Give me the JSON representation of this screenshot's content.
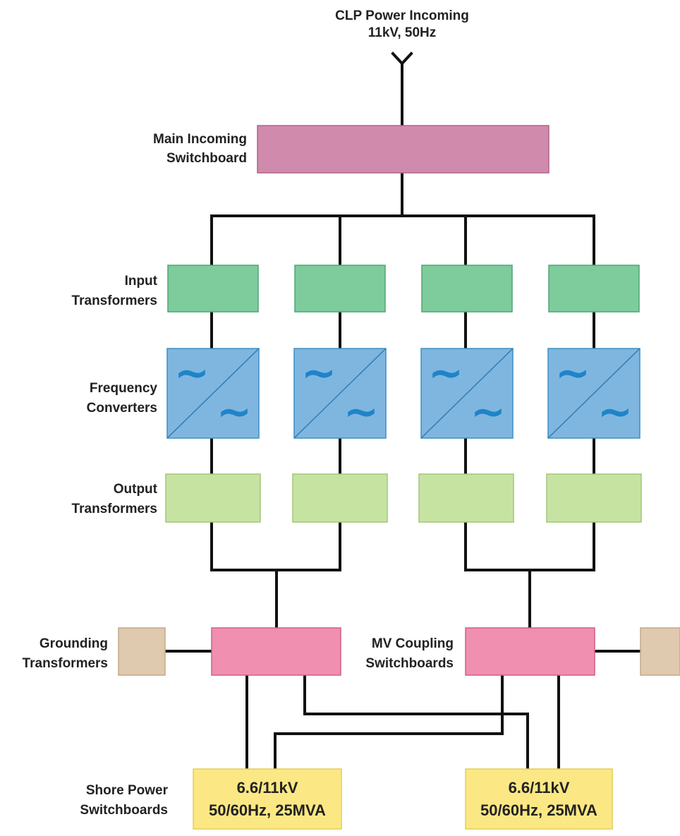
{
  "incoming": {
    "title": "CLP Power Incoming",
    "rating": "11kV, 50Hz"
  },
  "labels": {
    "main_switchboard": [
      "Main Incoming",
      "Switchboard"
    ],
    "input_transformers": [
      "Input",
      "Transformers"
    ],
    "frequency_converters": [
      "Frequency",
      "Converters"
    ],
    "output_transformers": [
      "Output",
      "Transformers"
    ],
    "grounding_transformers": [
      "Grounding",
      "Transformers"
    ],
    "mv_coupling_switchboards": [
      "MV Coupling",
      "Switchboards"
    ],
    "shore_power_switchboards": [
      "Shore Power",
      "Switchboards"
    ]
  },
  "shore_boxes": [
    {
      "line1": "6.6/11kV",
      "line2": "50/60Hz, 25MVA"
    },
    {
      "line1": "6.6/11kV",
      "line2": "50/60Hz, 25MVA"
    }
  ],
  "converter_symbol": "~",
  "colors": {
    "main_switchboard": "#d08aab",
    "input_transformer": "#7ecb9c",
    "frequency_converter": "#7fb6df",
    "converter_symbol": "#1f84c8",
    "output_transformer": "#c7e3a2",
    "mv_switchboard": "#f08fb0",
    "grounding_transformer": "#dfc9af",
    "shore_switchboard": "#fbe884",
    "wire": "#111111"
  }
}
